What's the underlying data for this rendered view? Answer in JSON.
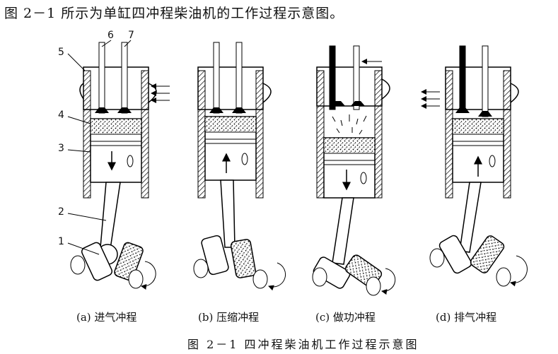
{
  "intro_text": "图 2－1 所示为单缸四冲程柴油机的工作过程示意图。",
  "part_labels": [
    "1",
    "2",
    "3",
    "4",
    "5",
    "6",
    "7"
  ],
  "strokes": [
    {
      "caption": "(a) 进气冲程"
    },
    {
      "caption": "(b) 压缩冲程"
    },
    {
      "caption": "(c) 做功冲程"
    },
    {
      "caption": "(d) 排气冲程"
    }
  ],
  "figure_title": "图 2－1   四冲程柴油机工作过程示意图"
}
